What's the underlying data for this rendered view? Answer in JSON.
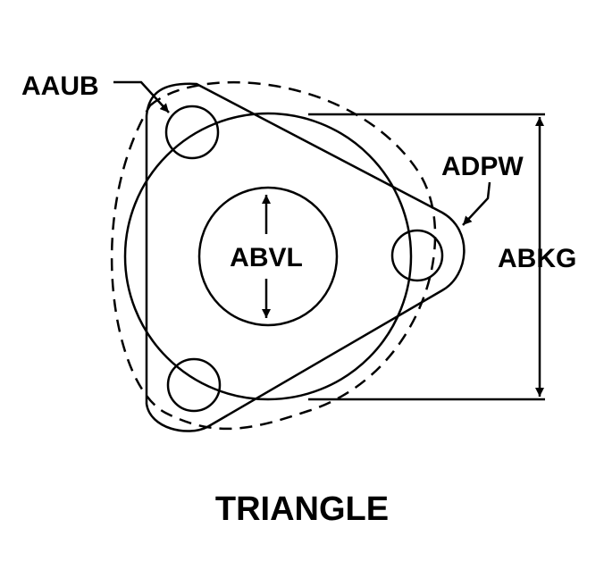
{
  "diagram": {
    "title": "TRIANGLE",
    "labels": {
      "aaub": "AAUB",
      "abvl": "ABVL",
      "adpw": "ADPW",
      "abkg": "ABKG"
    },
    "colors": {
      "ink": "#000000",
      "background": "#ffffff"
    }
  }
}
